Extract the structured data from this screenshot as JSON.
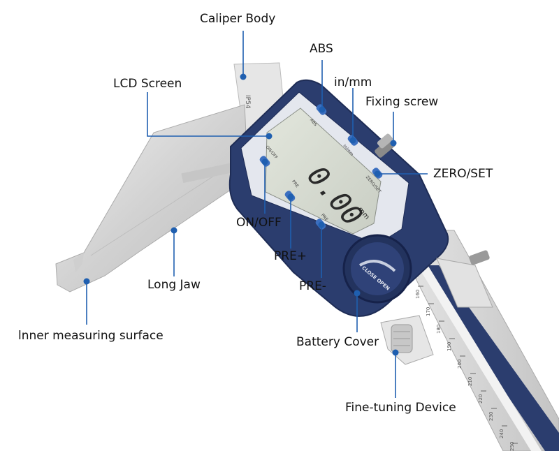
{
  "colors": {
    "leader": "#1f5fb0",
    "housing": "#2b3d6e",
    "housing_dark": "#1e2c55",
    "lcd": "#d7dcd2",
    "steel": "#dcdcdc",
    "button": "#3b6fc0"
  },
  "callouts": {
    "caliper_body": "Caliper Body",
    "abs": "ABS",
    "lcd_screen": "LCD Screen",
    "in_mm": "in/mm",
    "fixing_screw": "Fixing screw",
    "zero_set": "ZERO/SET",
    "on_off": "ON/OFF",
    "pre_plus": "PRE+",
    "long_jaw": "Long Jaw",
    "pre_minus": "PRE-",
    "inner_surface": "lnner measuring surface",
    "battery_cover": "Battery Cover",
    "fine_tuning": "Fine-tuning Device"
  },
  "device": {
    "ip_rating": "IP54",
    "reading": "0.00",
    "unit": "mm",
    "key_on_off": "ON/OFF",
    "key_pre_plus": "PRE",
    "key_pre_minus": "PRE",
    "key_abs": "ABS",
    "key_in_mm": "in/mm",
    "key_zero_set": "ZERO/SET",
    "cover_text": "CLOSE  OPEN",
    "scale_labels": [
      "160",
      "170",
      "180",
      "190",
      "200",
      "210",
      "220",
      "230",
      "240",
      "250"
    ]
  }
}
